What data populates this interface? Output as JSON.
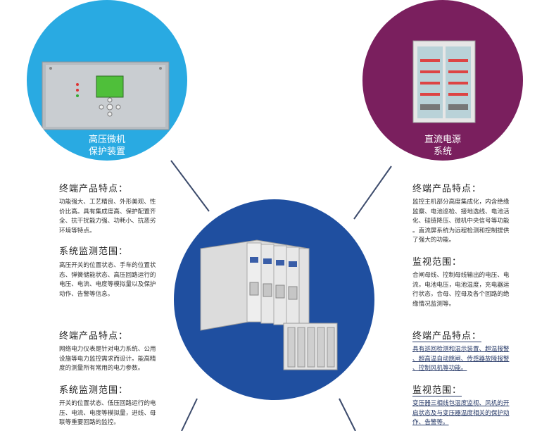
{
  "left_device": {
    "label_line1": "高压微机",
    "label_line2": "保护装置"
  },
  "right_device": {
    "label_line1": "直流电源",
    "label_line2": "系统"
  },
  "top_left": {
    "heading1": "终端产品特点：",
    "body1": [
      "功能强大、工艺精良、外形美观、性",
      "价比高。具有集成度高、保护配置齐",
      "全、抗干扰能力强、功耗小、抗恶劣",
      "环境等特点。"
    ],
    "heading2": "系统监测范围：",
    "body2": [
      "高压开关的位置状态、手车的位置状",
      "态、弹簧储能状态、高压回路运行的",
      "电压、电流、电度等模拟量以及保护",
      "动作、告警等信息。"
    ]
  },
  "top_right": {
    "heading1": "终端产品特点：",
    "body1": [
      "监控主机部分高度集成化，内含绝缘",
      "监察、电池巡检、接地选线、电池活",
      "化、硅链降压、微机中央信号等功能",
      "。直流屏系统为远程检测和控制提供",
      "了强大的功能。"
    ],
    "heading2": "监视范围：",
    "body2": [
      "合闸母线、控制母线输出的电压、电",
      "流，电池电压，电池温度，充电器运",
      "行状态，合母、控母及各个回路的绝",
      "缘情况监测等。"
    ]
  },
  "bottom_left": {
    "heading1": "终端产品特点：",
    "body1": [
      "网络电力仪表是针对电力系统、公用",
      "设施等电力监控需求而设计。能高精",
      "度的测量所有常用的电力参数。"
    ],
    "heading2": "系统监测范围：",
    "body2": [
      "开关的位置状态、低压回路运行的电",
      "压、电流、电度等模拟量，进线、母",
      "联等重要回路的监控。"
    ]
  },
  "bottom_right": {
    "heading1": "终端产品特点：",
    "body1": [
      "具有巡回检测和温示装置、超温报警",
      "、超高温自动跳闸、传感器故障报警",
      "、控制风机等功能。"
    ],
    "heading2": "监视范围：",
    "body2": [
      "变压器三相线包温度监视、风机的开",
      "启状态及与变压器温度相关的保护动",
      "作、告警等。"
    ]
  },
  "colors": {
    "left_circle": "#29aae2",
    "right_circle": "#7a1f5e",
    "center_circle": "#1f4fa0"
  }
}
